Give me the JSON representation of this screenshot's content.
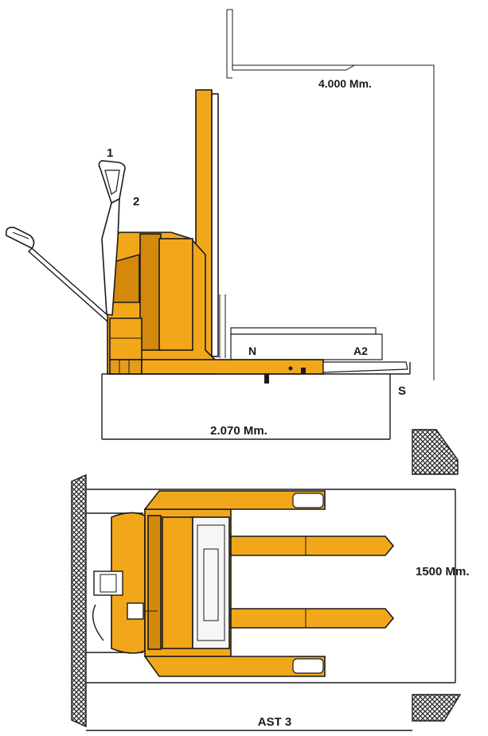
{
  "labels": {
    "lift_height": "4.000 Mm.",
    "handle_pos_1": "1",
    "handle_pos_2": "2",
    "point_n": "N",
    "point_a2": "A2",
    "point_s": "S",
    "overall_length": "2.070 Mm.",
    "aisle_width": "1500 Mm.",
    "aisle_stack": "AST 3"
  },
  "colors": {
    "body": "#f2a71b",
    "shade": "#d4880c",
    "line": "#1a1a1a",
    "hatch": "#2a2a2a"
  }
}
